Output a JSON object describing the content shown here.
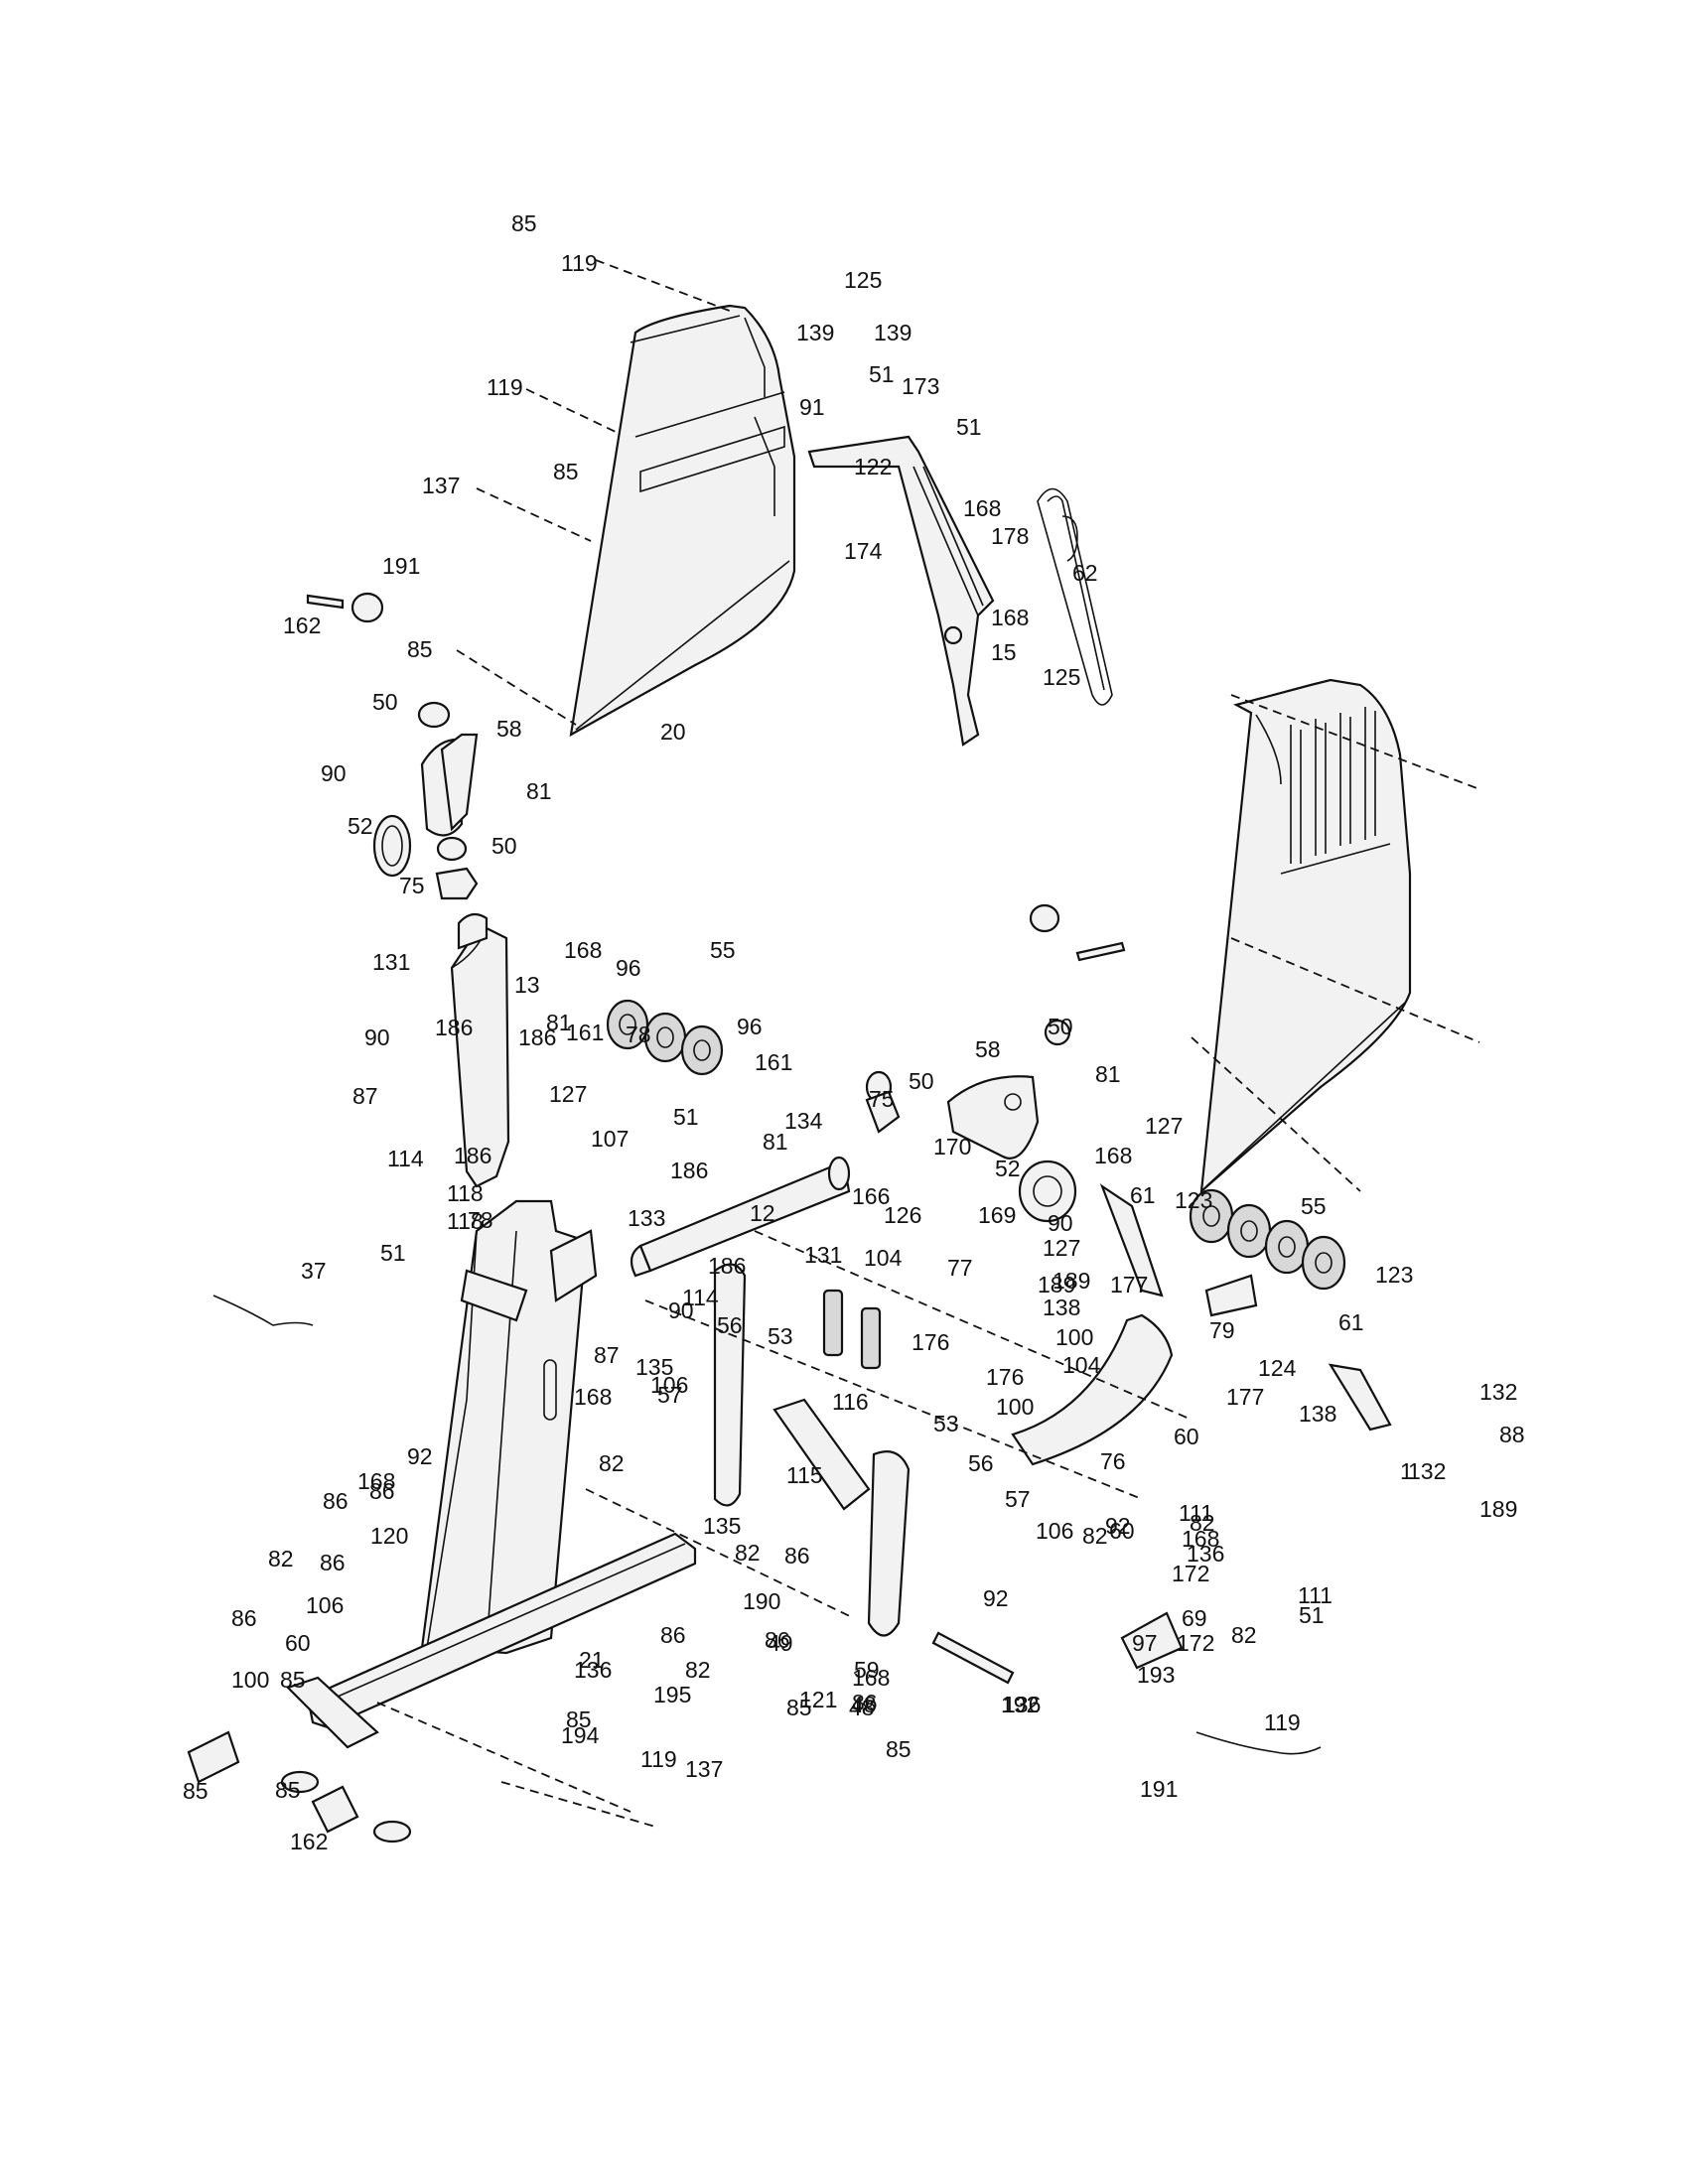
{
  "diagram": {
    "callouts": [
      "85",
      "119",
      "125",
      "139",
      "139",
      "91",
      "51",
      "173",
      "119",
      "137",
      "85",
      "51",
      "122",
      "168",
      "174",
      "178",
      "62",
      "168",
      "191",
      "162",
      "85",
      "15",
      "125",
      "20",
      "50",
      "58",
      "90",
      "81",
      "52",
      "50",
      "75",
      "131",
      "13",
      "168",
      "96",
      "55",
      "161",
      "96",
      "186",
      "81",
      "90",
      "186",
      "78",
      "161",
      "134",
      "87",
      "114",
      "186",
      "127",
      "107",
      "118",
      "51",
      "81",
      "75",
      "50",
      "58",
      "50",
      "81",
      "127",
      "186",
      "118",
      "78",
      "51",
      "133",
      "52",
      "170",
      "166",
      "168",
      "126",
      "169",
      "90",
      "12",
      "131",
      "186",
      "37",
      "114",
      "90",
      "104",
      "77",
      "189",
      "123",
      "55",
      "61",
      "123",
      "127",
      "189",
      "138",
      "177",
      "87",
      "135",
      "57",
      "56",
      "53",
      "116",
      "176",
      "176",
      "104",
      "100",
      "79",
      "124",
      "61",
      "132",
      "138",
      "1",
      "168",
      "106",
      "100",
      "177",
      "60",
      "88",
      "132",
      "92",
      "168",
      "86",
      "82",
      "53",
      "56",
      "115",
      "76",
      "189",
      "86",
      "57",
      "60",
      "92",
      "111",
      "82",
      "120",
      "135",
      "106",
      "86",
      "168",
      "82",
      "86",
      "82",
      "82",
      "86",
      "106",
      "190",
      "100",
      "60",
      "86",
      "85",
      "92",
      "136",
      "168",
      "51",
      "172",
      "82",
      "86",
      "172",
      "111",
      "59",
      "136",
      "82",
      "86",
      "121",
      "69",
      "136",
      "49",
      "48",
      "85",
      "97",
      "48",
      "85",
      "194",
      "195",
      "193",
      "192",
      "21",
      "119",
      "85",
      "119",
      "137",
      "85",
      "85",
      "191",
      "162"
    ]
  }
}
